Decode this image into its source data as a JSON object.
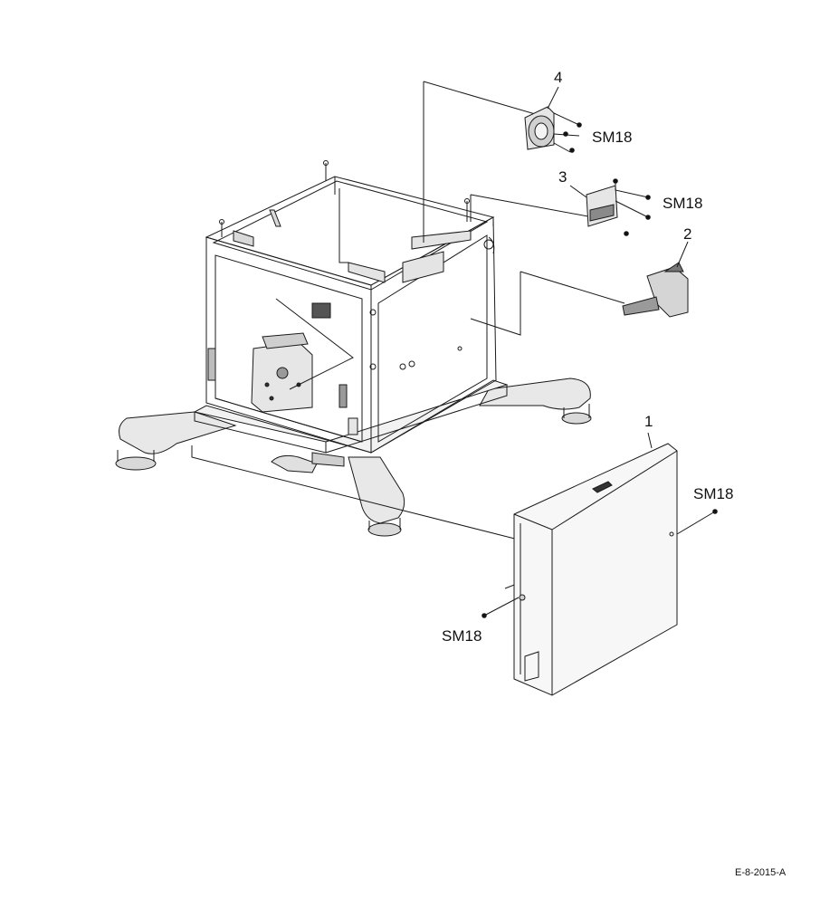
{
  "callouts": {
    "part1": "1",
    "part2": "2",
    "part3": "3",
    "part4": "4"
  },
  "screws": {
    "sm_part4": "SM18",
    "sm_part3": "SM18",
    "sm_cover_right": "SM18",
    "sm_cover_left": "SM18"
  },
  "figure_code": "E-8-2015-A",
  "colors": {
    "line": "#1a1a1a",
    "shade": "#d9d9d9",
    "dark_shade": "#8a8a8a",
    "background": "#ffffff"
  }
}
